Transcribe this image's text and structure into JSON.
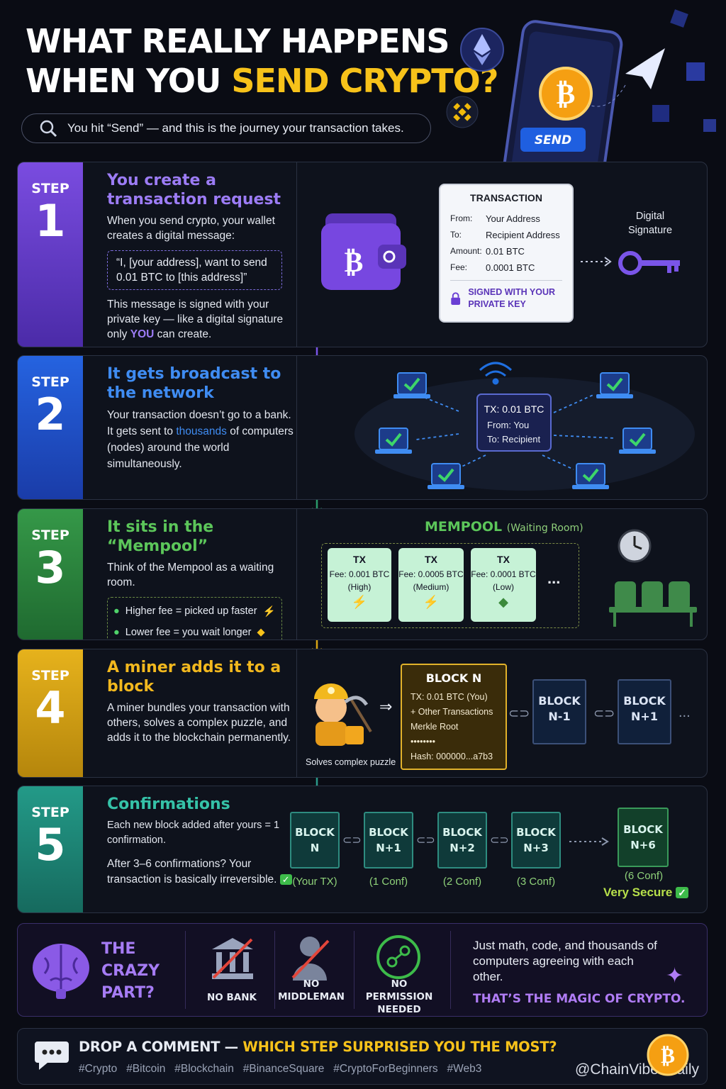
{
  "header": {
    "title_line1": "WHAT REALLY HAPPENS",
    "title_line2_a": "WHEN YOU ",
    "title_line2_b": "SEND CRYPTO?",
    "subtitle": "You hit “Send” — and this is the journey your transaction takes.",
    "send_button": "SEND"
  },
  "steps": [
    {
      "label": "STEP",
      "num": "1",
      "title": "You create a transaction request",
      "body1": "When you send crypto, your wallet creates a digital message:",
      "quote": "“I, [your address], want to send 0.01 BTC to [this address]”",
      "body2_a": "This message is signed with your private key — like a digital signature only ",
      "body2_hl": "YOU",
      "body2_b": " can create.",
      "card": {
        "title": "TRANSACTION",
        "rows": [
          {
            "k": "From:",
            "v": "Your Address"
          },
          {
            "k": "To:",
            "v": "Recipient Address"
          },
          {
            "k": "Amount:",
            "v": "0.01 BTC"
          },
          {
            "k": "Fee:",
            "v": "0.0001 BTC"
          }
        ],
        "signed": "SIGNED WITH YOUR PRIVATE KEY"
      },
      "sig_label": "Digital Signature"
    },
    {
      "label": "STEP",
      "num": "2",
      "title": "It gets broadcast to the network",
      "body_a": "Your transaction doesn’t go to a bank. It gets sent to ",
      "body_hl": "thousands",
      "body_b": " of computers (nodes) around the world simultaneously.",
      "tx": {
        "l1": "TX: 0.01 BTC",
        "l2": "From: You",
        "l3": "To: Recipient"
      }
    },
    {
      "label": "STEP",
      "num": "3",
      "title": "It sits in the “Mempool”",
      "body": "Think of the Mempool as a waiting room.",
      "fee_fast": "Higher fee = picked up faster",
      "fee_slow": "Lower fee = you wait longer",
      "mempool": "MEMPOOL",
      "mempool_sub": "(Waiting Room)",
      "txs": [
        {
          "t": "TX",
          "fee": "Fee: 0.001 BTC",
          "lvl": "(High)"
        },
        {
          "t": "TX",
          "fee": "Fee: 0.0005 BTC",
          "lvl": "(Medium)"
        },
        {
          "t": "TX",
          "fee": "Fee: 0.0001 BTC",
          "lvl": "(Low)"
        }
      ],
      "more": "..."
    },
    {
      "label": "STEP",
      "num": "4",
      "title": "A miner adds it to a block",
      "body": "A miner bundles your transaction with others, solves a complex puzzle, and adds it to the blockchain permanently.",
      "miner_caption": "Solves complex puzzle",
      "block": {
        "title": "BLOCK N",
        "l1": "TX: 0.01 BTC (You)",
        "l2": "+ Other Transactions",
        "l3": "Merkle Root",
        "l4": "••••••••",
        "l5": "Hash: 000000...a7b3"
      },
      "prev": {
        "a": "BLOCK",
        "b": "N-1"
      },
      "next": {
        "a": "BLOCK",
        "b": "N+1"
      },
      "more": "..."
    },
    {
      "label": "STEP",
      "num": "5",
      "title": "Confirmations",
      "body1": "Each new block added after yours = 1 confirmation.",
      "body2": "After 3–6 confirmations? Your transaction is basically irreversible.",
      "chain": [
        {
          "a": "BLOCK",
          "b": "N",
          "c": "(Your TX)"
        },
        {
          "a": "BLOCK",
          "b": "N+1",
          "c": "(1 Conf)"
        },
        {
          "a": "BLOCK",
          "b": "N+2",
          "c": "(2 Conf)"
        },
        {
          "a": "BLOCK",
          "b": "N+3",
          "c": "(3 Conf)"
        }
      ],
      "last": {
        "a": "BLOCK",
        "b": "N+6",
        "c": "(6 Conf)"
      },
      "secure": "Very Secure"
    }
  ],
  "crazy": {
    "heading": "THE CRAZY PART?",
    "no_bank": "NO BANK",
    "no_middleman": "NO MIDDLEMAN",
    "no_permission": "NO PERMISSION NEEDED",
    "text": "Just math, code, and thousands of computers agreeing with each other.",
    "magic": "THAT’S THE MAGIC OF CRYPTO."
  },
  "footer": {
    "cta_a": "DROP A COMMENT — ",
    "cta_b": "WHICH STEP SURPRISED YOU THE MOST?",
    "tags": "#Crypto   #Bitcoin   #Blockchain   #BinanceSquare   #CryptoForBeginners   #Web3",
    "handle": "@ChainVibesDaily"
  },
  "colors": {
    "accent": "#f7c21a",
    "step1": "#6a3fd4",
    "step2": "#1f56d6",
    "step3": "#2f8a3e",
    "step4": "#d9a514",
    "step5": "#1f8c7c"
  }
}
